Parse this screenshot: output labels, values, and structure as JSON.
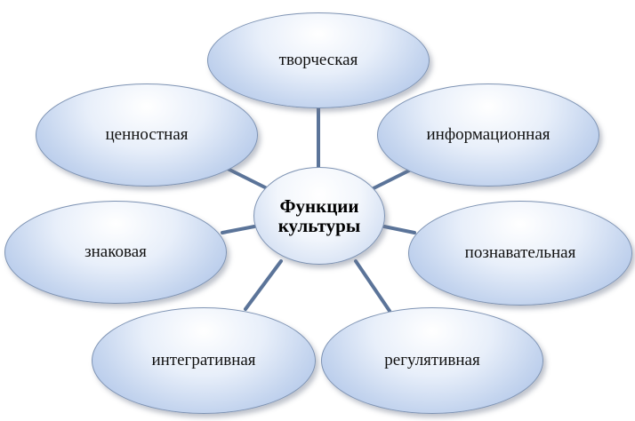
{
  "center": {
    "line1": "Функции",
    "line2": "культуры"
  },
  "functions": [
    {
      "id": "tvorcheskaya",
      "label": "творческая"
    },
    {
      "id": "tsennostnaya",
      "label": "ценностная"
    },
    {
      "id": "informatsionnaya",
      "label": "информационная"
    },
    {
      "id": "znakovaya",
      "label": "знаковая"
    },
    {
      "id": "poznavatelnaya",
      "label": "познавательная"
    },
    {
      "id": "integrativnaya",
      "label": "интегративная"
    },
    {
      "id": "regulyativnaya",
      "label": "регулятивная"
    }
  ],
  "colors": {
    "connector": "#5b7499",
    "node_border": "#7e93b3",
    "node_fill_light": "#ffffff",
    "node_fill_dark": "#a6bee6"
  }
}
